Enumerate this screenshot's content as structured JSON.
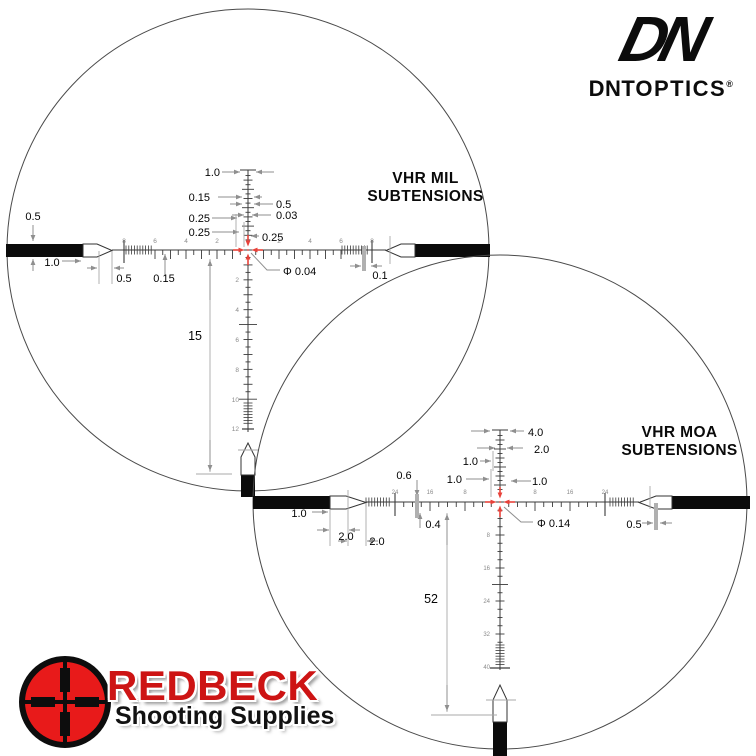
{
  "page": {
    "background": "#ffffff"
  },
  "colors": {
    "line": "#3a3a3a",
    "circle": "#4a4a4a",
    "post": "#0b0b0b",
    "dim": "#8f8f8f",
    "guide": "#a8a8a8",
    "bar": "#b0b0b0",
    "label": "#050505",
    "tick_num": "#8a8a8a",
    "red_center": "#e8423a",
    "redbeck_red": "#e81a1a",
    "redbeck_text_red": "#cd1414"
  },
  "brand": {
    "mark": "DN",
    "name_bold": "DNT",
    "name_light": "OPTICS",
    "registered": "®"
  },
  "mil": {
    "title1": "VHR MIL",
    "title2": "SUBTENSIONS",
    "h_labels_left": [
      "8",
      "6",
      "4",
      "2"
    ],
    "h_labels_right": [
      "2",
      "4",
      "6",
      "8"
    ],
    "v_labels": [
      "2",
      "4",
      "6",
      "8",
      "10",
      "12"
    ],
    "annotations": [
      "1.0",
      "0.15",
      "0.5",
      "0.03",
      "0.25",
      "0.25",
      "0.25",
      "0.5",
      "1.0",
      "0.5",
      "0.15",
      "0.1",
      "Φ 0.04",
      "15"
    ]
  },
  "moa": {
    "title1": "VHR MOA",
    "title2": "SUBTENSIONS",
    "h_labels_left": [
      "24",
      "16",
      "8"
    ],
    "h_labels_right": [
      "8",
      "16",
      "24"
    ],
    "v_labels": [
      "8",
      "16",
      "24",
      "32",
      "40"
    ],
    "annotations": [
      "4.0",
      "2.0",
      "1.0",
      "1.0",
      "1.0",
      "0.6",
      "0.4",
      "1.0",
      "2.0",
      "2.0",
      "0.5",
      "Φ 0.14",
      "52"
    ]
  },
  "redbeck": {
    "name": "REDBECK",
    "tagline": "Shooting Supplies"
  }
}
